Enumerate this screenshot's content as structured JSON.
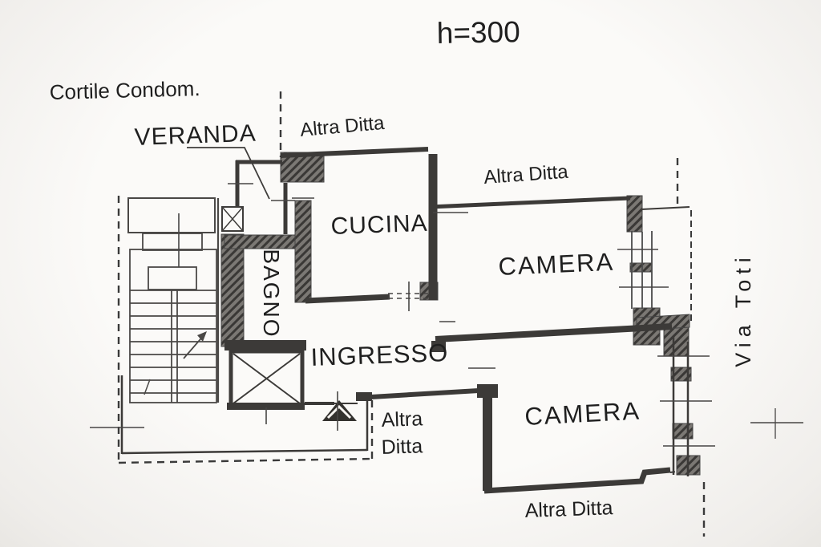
{
  "plan": {
    "height_note": "h=300",
    "rooms": {
      "kitchen": "CUCINA",
      "bedroom_top": "CAMERA",
      "bedroom_bottom": "CAMERA",
      "bathroom": "BAGNO",
      "entrance": "INGRESSO",
      "veranda": "VERANDA"
    },
    "surroundings": {
      "courtyard": "Cortile Condom.",
      "street": "Via Toti",
      "other_unit_top": "Altra Ditta",
      "other_unit_upper_right": "Altra Ditta",
      "other_unit_left_line1": "Altra",
      "other_unit_left_line2": "Ditta",
      "other_unit_bottom": "Altra Ditta"
    },
    "colors": {
      "ink": "#2d2d2d",
      "wall_fill": "#55524f",
      "paper": "#f7f5f2"
    }
  }
}
